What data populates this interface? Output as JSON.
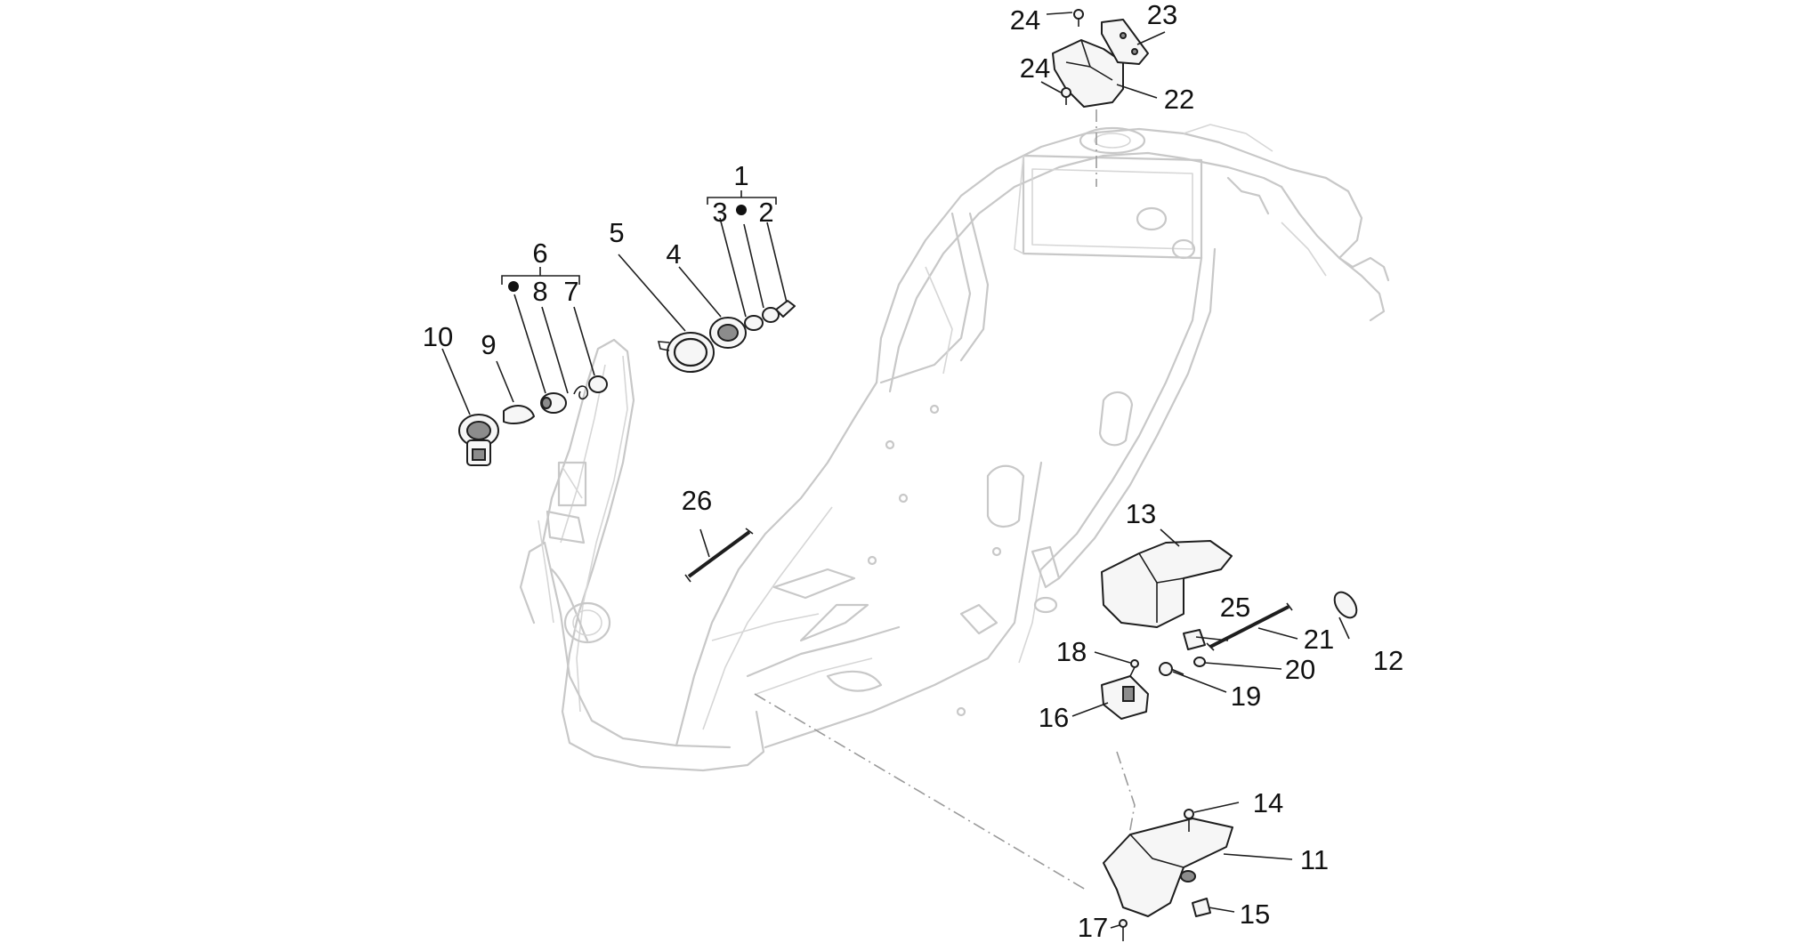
{
  "diagram": {
    "type": "exploded-parts-view",
    "colors": {
      "frame_outline": "#c8c8c8",
      "part_outline": "#1e1e1e",
      "label_text": "#111111",
      "background": "#ffffff"
    },
    "callouts": [
      {
        "id": "c1",
        "label": "1"
      },
      {
        "id": "c2",
        "label": "2"
      },
      {
        "id": "c3",
        "label": "3"
      },
      {
        "id": "c4",
        "label": "4"
      },
      {
        "id": "c5",
        "label": "5"
      },
      {
        "id": "c6",
        "label": "6"
      },
      {
        "id": "c7",
        "label": "7"
      },
      {
        "id": "c8",
        "label": "8"
      },
      {
        "id": "c9",
        "label": "9"
      },
      {
        "id": "c10",
        "label": "10"
      },
      {
        "id": "c11",
        "label": "11"
      },
      {
        "id": "c12",
        "label": "12"
      },
      {
        "id": "c13",
        "label": "13"
      },
      {
        "id": "c14",
        "label": "14"
      },
      {
        "id": "c15",
        "label": "15"
      },
      {
        "id": "c16",
        "label": "16"
      },
      {
        "id": "c17",
        "label": "17"
      },
      {
        "id": "c18",
        "label": "18"
      },
      {
        "id": "c19",
        "label": "19"
      },
      {
        "id": "c20",
        "label": "20"
      },
      {
        "id": "c21",
        "label": "21"
      },
      {
        "id": "c22",
        "label": "22"
      },
      {
        "id": "c23",
        "label": "23"
      },
      {
        "id": "c24a",
        "label": "24"
      },
      {
        "id": "c24b",
        "label": "24"
      },
      {
        "id": "c25",
        "label": "25"
      },
      {
        "id": "c26",
        "label": "26"
      }
    ]
  }
}
